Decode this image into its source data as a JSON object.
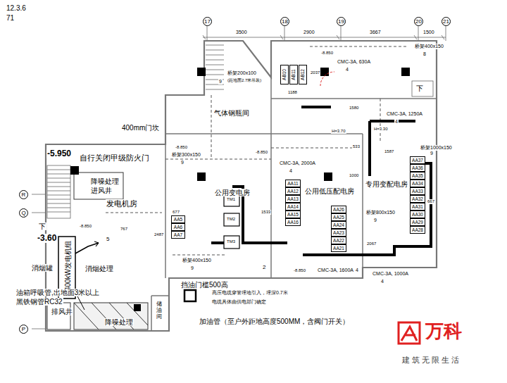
{
  "diagram": {
    "nodes": [
      {
        "text": [
          "17"
        ]
      },
      {
        "text": [
          "18"
        ]
      },
      {
        "text": [
          "19"
        ]
      },
      {
        "text": [
          "20"
        ]
      },
      {
        "text": [
          "21"
        ]
      },
      {
        "text": [
          "R"
        ]
      },
      {
        "text": [
          "Q"
        ]
      },
      {
        "text": [
          "P"
        ]
      },
      {
        "text": [
          "AB10"
        ]
      },
      {
        "text": [
          "AB11"
        ]
      },
      {
        "text": [
          "AB12"
        ]
      },
      {
        "text": [
          "AA11"
        ]
      },
      {
        "text": [
          "AA12"
        ]
      },
      {
        "text": [
          "AA13"
        ]
      },
      {
        "text": [
          "AA14"
        ]
      },
      {
        "text": [
          "AA15"
        ]
      },
      {
        "text": [
          "AA16"
        ]
      },
      {
        "text": [
          "AA5"
        ]
      },
      {
        "text": [
          "AA6"
        ]
      },
      {
        "text": [
          "AA7"
        ]
      },
      {
        "text": [
          "AA26"
        ]
      },
      {
        "text": [
          "AA25"
        ]
      },
      {
        "text": [
          "AA24"
        ]
      },
      {
        "text": [
          "AA23"
        ]
      },
      {
        "text": [
          "AA22"
        ]
      },
      {
        "text": [
          "AA21"
        ]
      },
      {
        "text": [
          "AA37"
        ]
      },
      {
        "text": [
          "AA36"
        ]
      },
      {
        "text": [
          "AA35"
        ]
      },
      {
        "text": [
          "AA34"
        ]
      },
      {
        "text": [
          "AA33"
        ]
      },
      {
        "text": [
          "AA32"
        ]
      },
      {
        "text": [
          "AA31"
        ]
      },
      {
        "text": [
          "AA30"
        ]
      },
      {
        "text": [
          "AA29"
        ]
      },
      {
        "text": [
          "AA28"
        ]
      }
    ],
    "labels": [
      "12.3.6",
      "71",
      "3500",
      "2900",
      "3667",
      "1500",
      "-5.950",
      "自行关闭甲级防火门",
      "400mm门坎",
      "气体钢瓶间",
      "桥架200x100",
      "9",
      "(距地面2.7米吊装)",
      "降噪处理",
      "进风井",
      "发电机房",
      "下",
      "-3.60",
      "消烟罐",
      "消烟处理",
      "400kW发电机组",
      "油箱呼吸管,出地面3米以上",
      "黑铁钢管RC32",
      "排风井",
      "降噪处理",
      "储油间",
      "挡油门槛500高",
      "加油管（至户外距地高度500MM，含阀门开关）",
      "高压电缆穿管埋地引入，埋深0.7米",
      "电缆具体由供电部门确定",
      "公用变电房",
      "公用低压配电房",
      "专用变配电房",
      "桥架400x150",
      "9",
      "桥架300x150",
      "9",
      "桥架400x150",
      "8",
      "CMC-3A, 630A",
      "4",
      "CMC-3A, 1250A",
      "4",
      "桥架1000x150",
      "9",
      "CMC-3A, 2000A",
      "4",
      "桥架800x150",
      "9",
      "CMC-3A, 1600A",
      "4",
      "CMC-3A, 1000A",
      "4",
      "-8.850",
      "-8.850",
      "-8.850",
      "-8.850",
      "-8.850",
      "H=3.70",
      "H=3.30",
      "2037",
      "1188",
      "1580",
      "1587",
      "2067",
      "2487",
      "533",
      "1533",
      "667",
      "677",
      "767",
      "1000",
      "TM1",
      "TM2",
      "TM3",
      "2",
      "5",
      "下",
      "万科",
      "建筑无限生活"
    ]
  }
}
